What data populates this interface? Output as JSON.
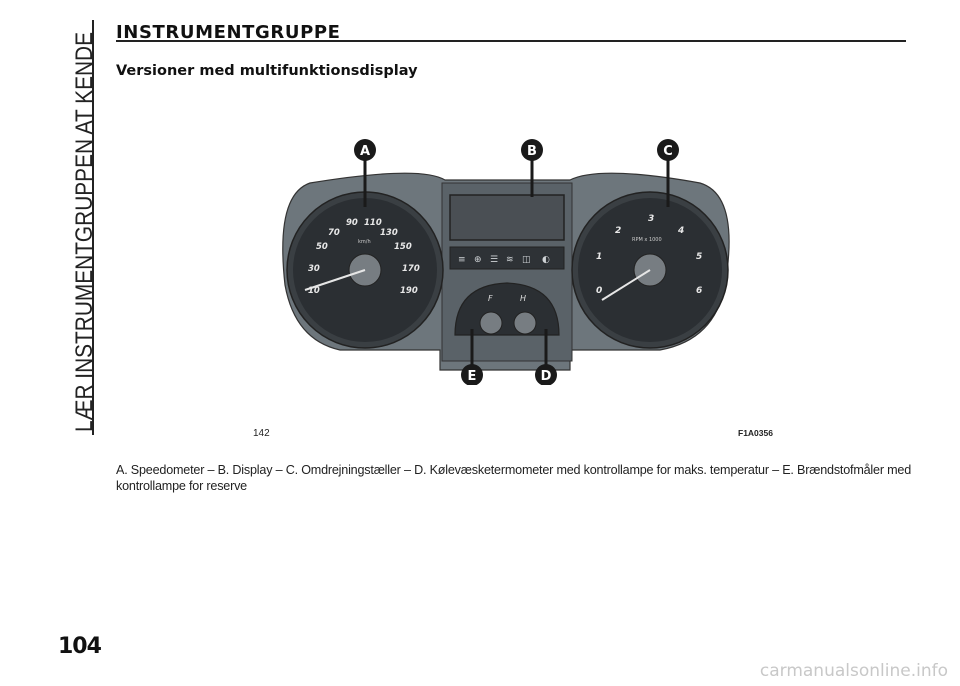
{
  "section_side_title": "LÆR INSTRUMENTGRUPPEN AT KENDE",
  "heading": "INSTRUMENTGRUPPE",
  "subheading": "Versioner med multifunktionsdisplay",
  "figure": {
    "callouts": [
      "A",
      "B",
      "C",
      "D",
      "E"
    ],
    "speedo_ticks": [
      "10",
      "30",
      "50",
      "70",
      "90",
      "110",
      "130",
      "150",
      "170",
      "190"
    ],
    "speedo_unit": "km/h",
    "tacho_ticks": [
      "0",
      "1",
      "2",
      "3",
      "4",
      "5",
      "6"
    ],
    "tacho_unit": "RPM x 1000",
    "fuel_label_f": "F",
    "temp_label_h": "H",
    "figure_id": "142",
    "figure_code": "F1A0356"
  },
  "caption": "A. Speedometer – B. Display – C. Omdrejningstæller – D. Kølevæsketermometer med kontrollampe for maks. temperatur – E. Brændstofmåler med kontrollampe for reserve",
  "page_number": "104",
  "watermark": "carmanualsonline.info",
  "colors": {
    "cluster_body": "#6d767c",
    "gauge_face": "#2b2f33",
    "callout": "#1a1a1a"
  }
}
